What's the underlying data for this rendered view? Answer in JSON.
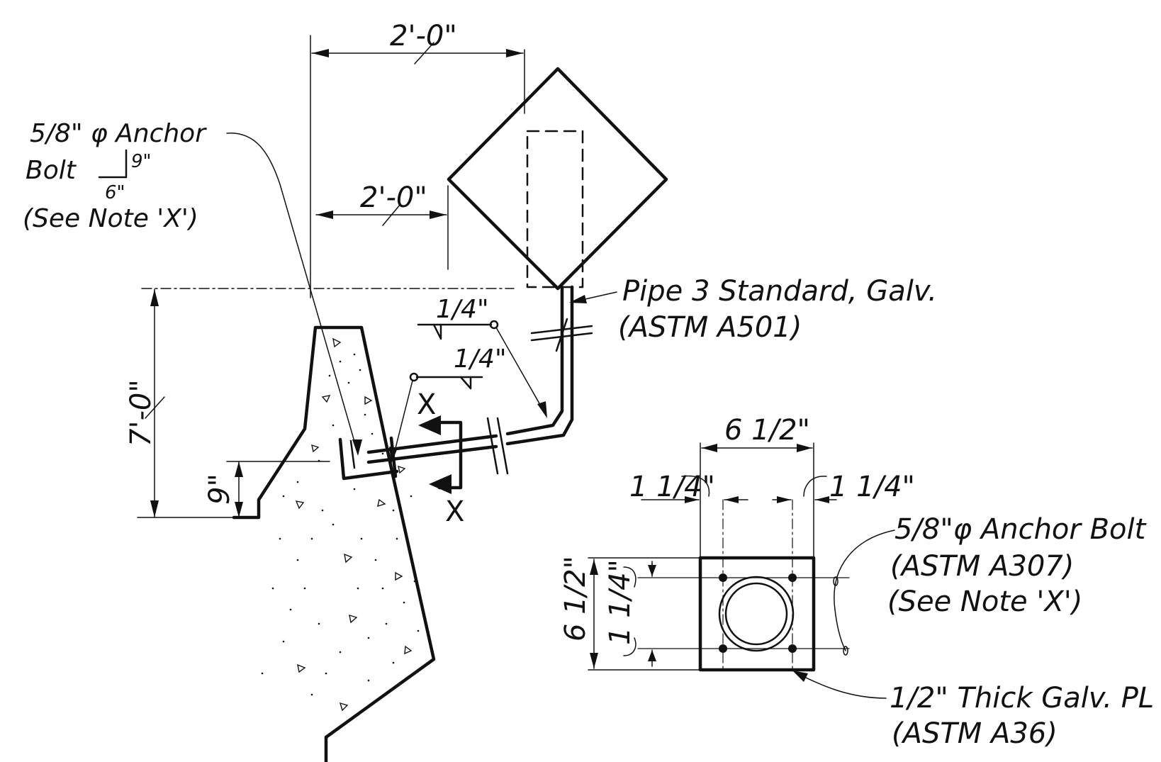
{
  "dimensions": {
    "top_width": "2'-0\"",
    "mid_width": "2'-0\"",
    "height": "7'-0\"",
    "base_height": "9\"",
    "weld_upper": "1/4\"",
    "weld_lower": "1/4\"",
    "plate_width": "6 1/2\"",
    "edge_left": "1 1/4\"",
    "edge_right": "1 1/4\"",
    "plate_height": "6 1/2\"",
    "edge_vertical": "1 1/4\""
  },
  "labels": {
    "anchor_bolt_left_l1": "5/8\" φ Anchor",
    "anchor_bolt_left_l2a": "Bolt",
    "anchor_bolt_left_l2b": "9\"",
    "anchor_bolt_left_l2c": "6\"",
    "anchor_bolt_left_l3": "(See Note 'X')",
    "pipe_l1": "Pipe 3 Standard, Galv.",
    "pipe_l2": "(ASTM A501)",
    "anchor_bolt_right_l1": "5/8\"φ Anchor Bolt",
    "anchor_bolt_right_l2": "(ASTM A307)",
    "anchor_bolt_right_l3": "(See Note 'X')",
    "plate_l1": "1/2\" Thick Galv. PL",
    "plate_l2": "(ASTM A36)",
    "section_mark_top": "X",
    "section_mark_bottom": "X"
  }
}
